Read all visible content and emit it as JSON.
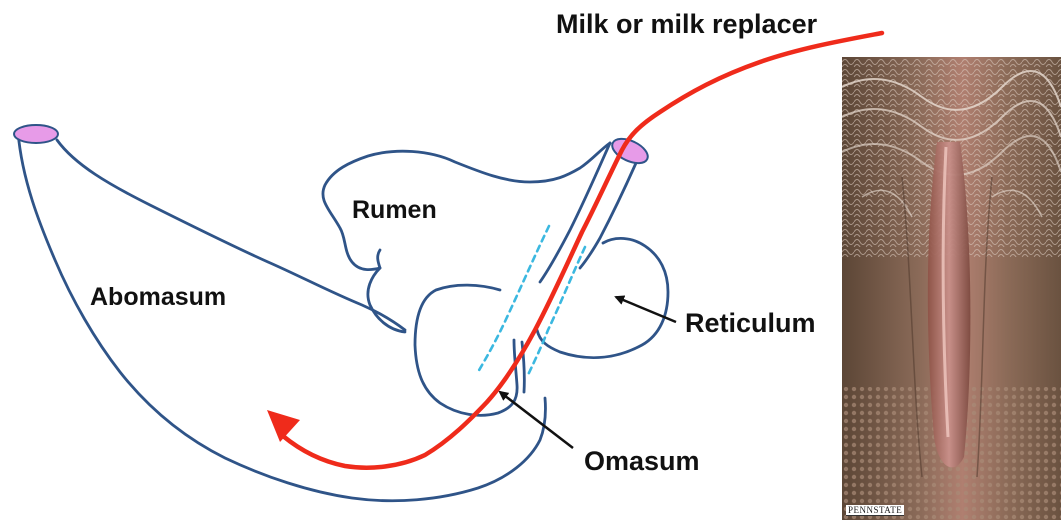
{
  "diagram": {
    "labels": {
      "milk": "Milk or milk replacer",
      "rumen": "Rumen",
      "abomasum": "Abomasum",
      "reticulum": "Reticulum",
      "omasum": "Omasum"
    },
    "photo_credit": "PENNSTATE",
    "colors": {
      "organ_outline": "#2f5488",
      "milk_path": "#ef2b1b",
      "groove_dashes": "#3bb8e0",
      "cardia_fill": "#e79be8",
      "arrow": "#111111"
    }
  }
}
